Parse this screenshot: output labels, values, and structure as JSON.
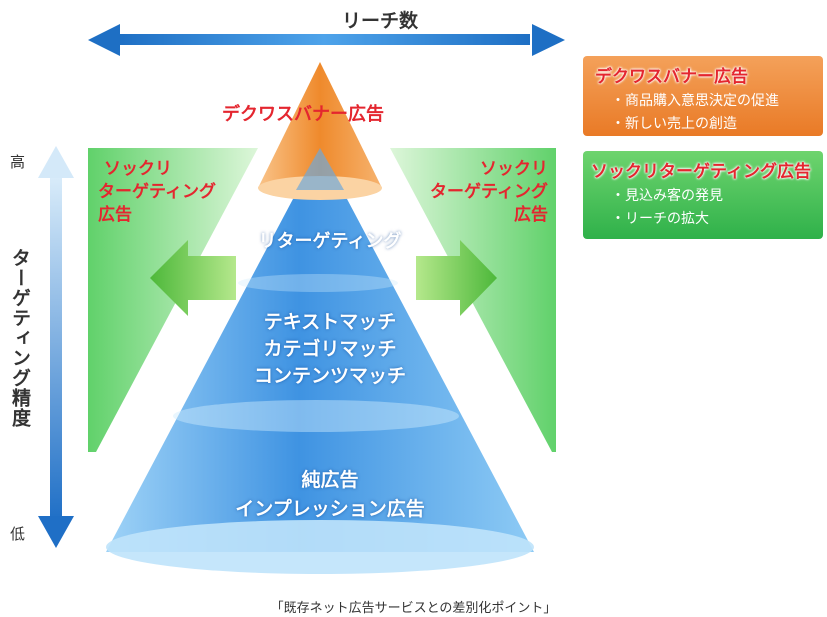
{
  "axes": {
    "reach_label": "リーチ数",
    "targeting_label": "ターゲティング精度",
    "high_label": "高",
    "low_label": "低"
  },
  "cone": {
    "top_label": "デクワスバナー広告",
    "layer_retargeting": "リターゲティング",
    "layer_match": [
      "テキストマッチ",
      "カテゴリマッチ",
      "コンテンツマッチ"
    ],
    "layer_base": [
      "純広告",
      "インプレッション広告"
    ]
  },
  "side_labels": {
    "left": [
      "ソックリ",
      "ターゲティング",
      "広告"
    ],
    "right": [
      "ソックリ",
      "ターゲティング",
      "広告"
    ]
  },
  "legend": {
    "dekwas": {
      "title": "デクワスバナー広告",
      "items": [
        "・商品購入意思決定の促進",
        "・新しい売上の創造"
      ]
    },
    "sokkuri": {
      "title": "ソックリターゲティング広告",
      "items": [
        "・見込み客の発見",
        "・リーチの拡大"
      ]
    }
  },
  "caption": "「既存ネット広告サービスとの差別化ポイント」",
  "colors": {
    "arrow_blue": "#2b7fd1",
    "cone_blue": "#3d8fe0",
    "cone_top_orange": "#f29a3a",
    "side_green": "#4fcc5a",
    "label_red": "#e4262f",
    "box_orange": "#ee8a35",
    "box_green": "#3fbf4f"
  }
}
